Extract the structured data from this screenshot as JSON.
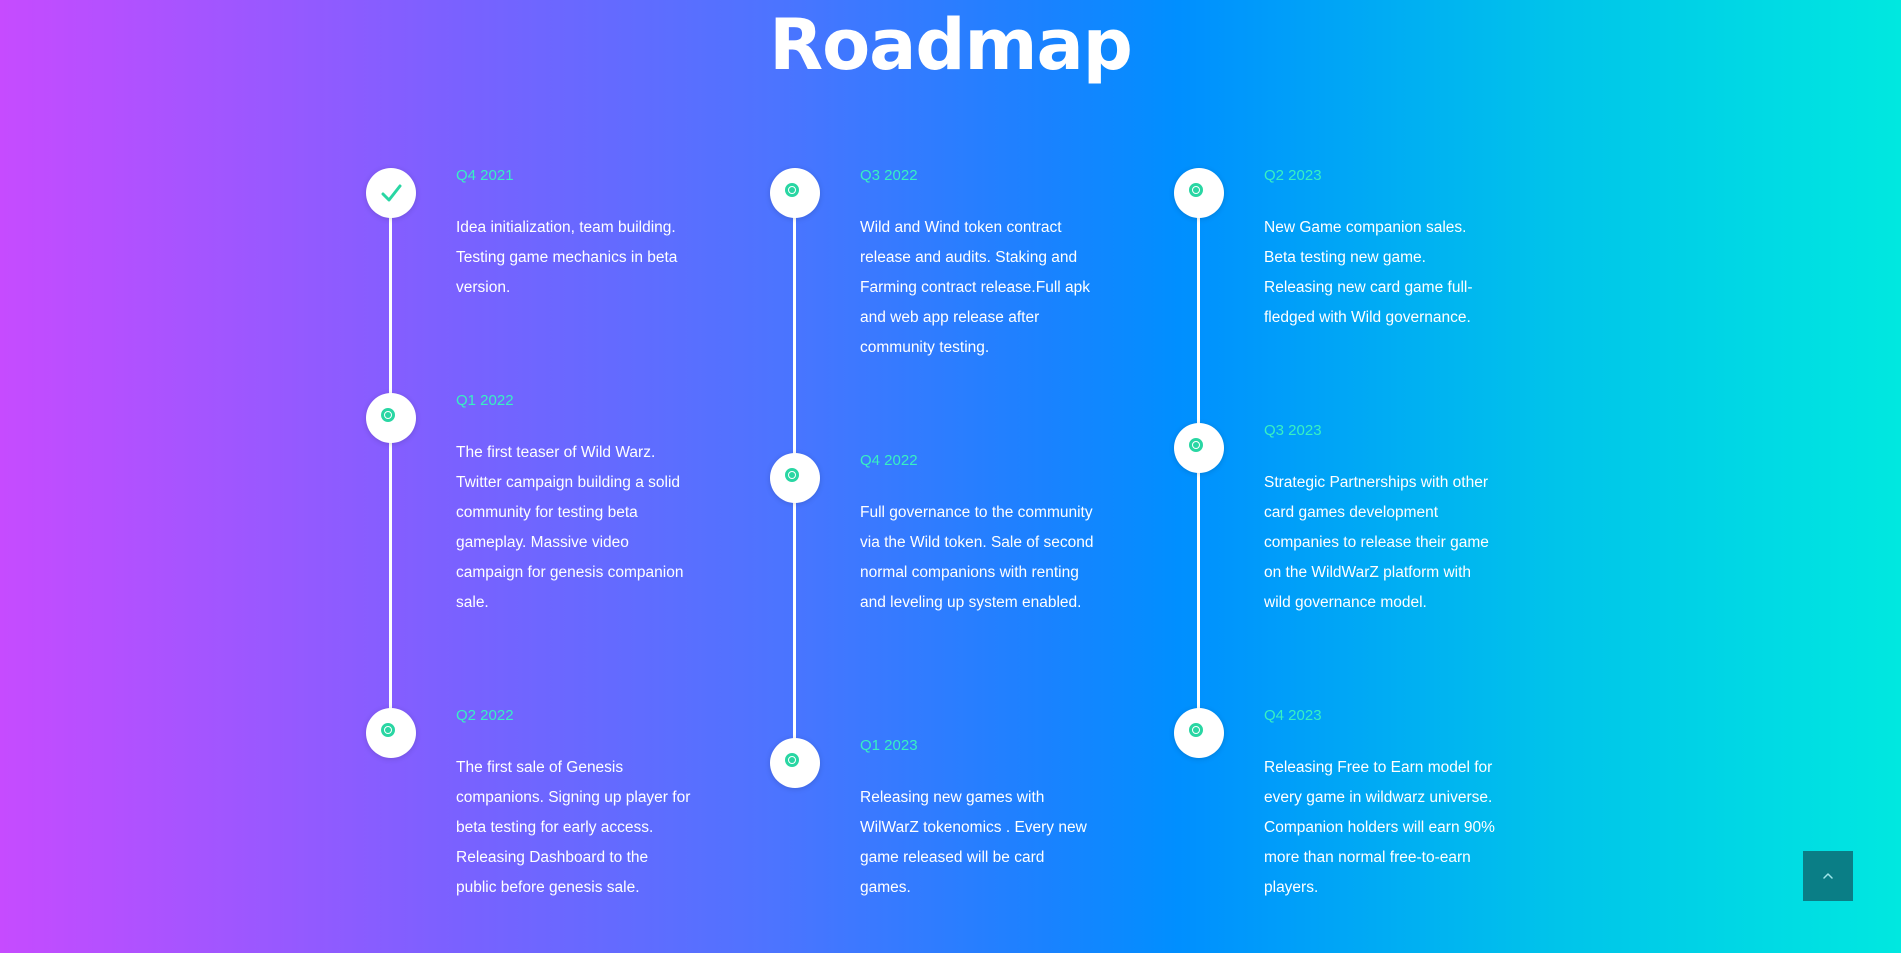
{
  "roadmap": {
    "title": "Roadmap",
    "milestones": [
      {
        "quarter": "Q4 2021",
        "description": "Idea initialization, team building. Testing game mechanics in beta version.",
        "status": "completed",
        "icon": "check-icon"
      },
      {
        "quarter": "Q1 2022",
        "description": "The first teaser of Wild Warz. Twitter campaign building a solid community for testing beta gameplay. Massive video campaign for genesis companion sale.",
        "status": "planned",
        "icon": "dot-icon"
      },
      {
        "quarter": "Q2 2022",
        "description": "The first sale of Genesis companions. Signing up player for beta testing for early access. Releasing Dashboard to the public before genesis sale.",
        "status": "planned",
        "icon": "dot-icon"
      },
      {
        "quarter": "Q3 2022",
        "description": "Wild and Wind token contract release and audits. Staking and Farming contract release.Full apk and web app release after community testing.",
        "status": "planned",
        "icon": "dot-icon"
      },
      {
        "quarter": "Q4 2022",
        "description": "Full governance to the community via the Wild token. Sale of second normal companions with renting and leveling up system enabled.",
        "status": "planned",
        "icon": "dot-icon"
      },
      {
        "quarter": "Q1 2023",
        "description": "Releasing new games with WilWarZ tokenomics . Every new game released will be card games.",
        "status": "planned",
        "icon": "dot-icon"
      },
      {
        "quarter": "Q2 2023",
        "description": "New Game companion sales. Beta testing new game. Releasing new card game full-fledged with Wild governance.",
        "status": "planned",
        "icon": "dot-icon"
      },
      {
        "quarter": "Q3 2023",
        "description": "Strategic Partnerships with other card games development companies to release their game on the WildWarZ platform with wild governance model.",
        "status": "planned",
        "icon": "dot-icon"
      },
      {
        "quarter": "Q4 2023",
        "description": "Releasing Free to Earn model for every game in wildwarz universe. Companion holders will earn 90% more than normal free-to-earn players.",
        "status": "planned",
        "icon": "dot-icon"
      }
    ]
  },
  "scroll_top": {
    "icon": "chevron-up-icon"
  },
  "colors": {
    "accent": "#29d6a3",
    "quarter_text": "#38f0c2",
    "gradient_start": "#c64bff",
    "gradient_mid": "#008fff",
    "gradient_end": "#00e8e0",
    "scroll_button": "#0a7e86"
  }
}
